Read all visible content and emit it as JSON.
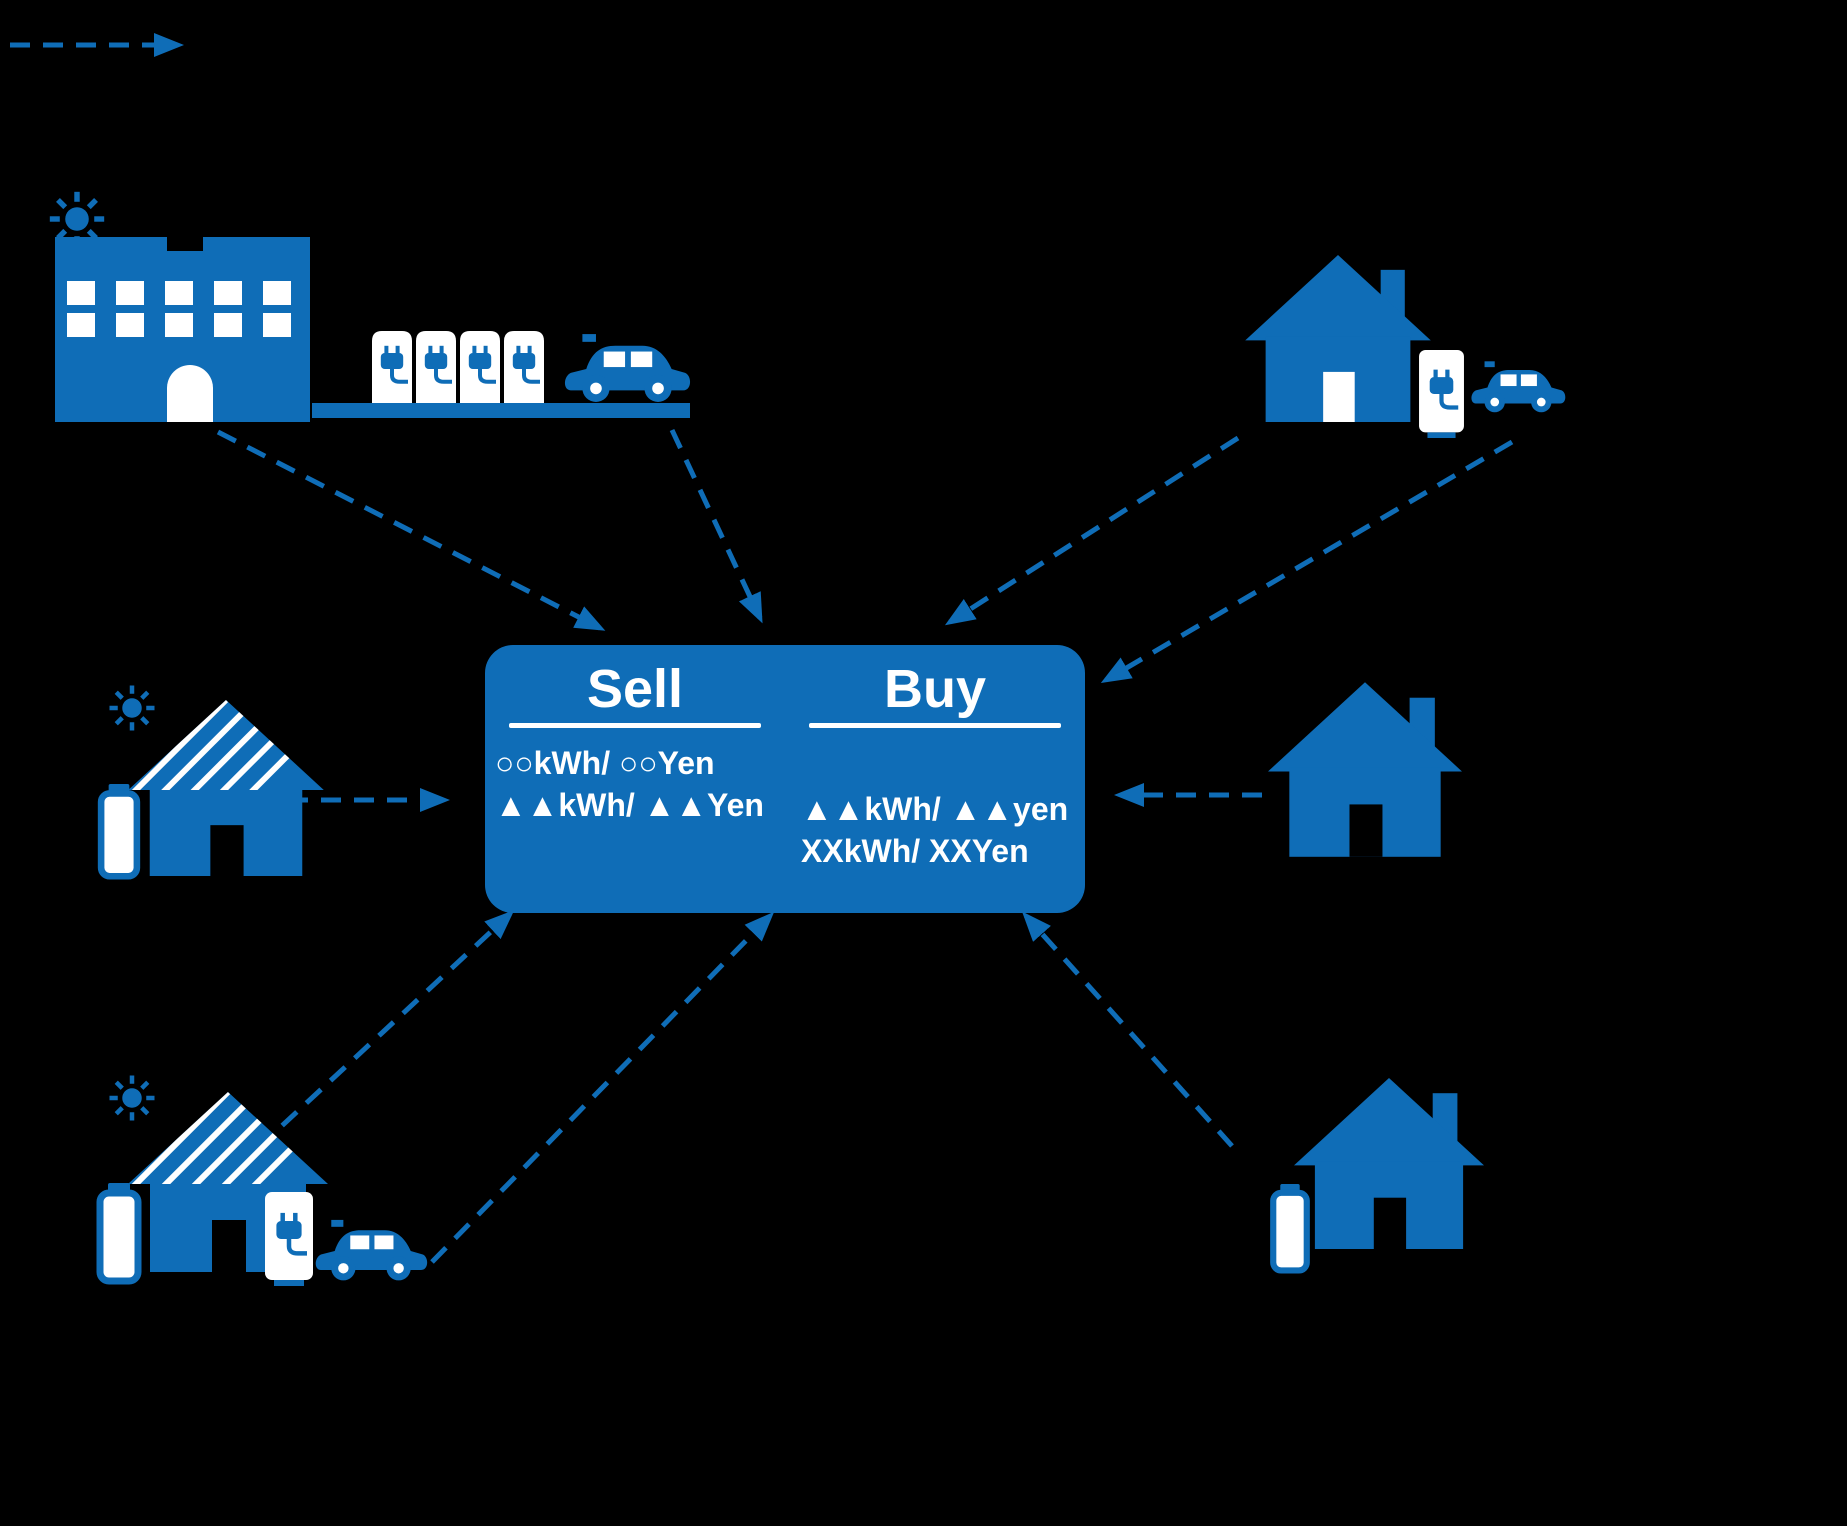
{
  "colors": {
    "background": "#000000",
    "primary_blue": "#0F6DB7",
    "text_on_blue": "#FFFFFF"
  },
  "board": {
    "sell": {
      "title": "Sell",
      "lines": [
        "○○kWh/ ○○Yen",
        "▲▲kWh/ ▲▲Yen"
      ]
    },
    "buy": {
      "title": "Buy",
      "lines": [
        "▲▲kWh/ ▲▲yen",
        "XXkWh/ XXYen"
      ]
    }
  },
  "legend": {
    "arrow_icon": "dashed-flow-arrow"
  },
  "icons": {
    "sun": "sun-icon",
    "office_building": "office-building-with-solar-icon",
    "charging_bay": "ev-charging-bay-icon",
    "car": "ev-car-icon",
    "house": "house-icon",
    "solar_house": "solar-roof-house-icon",
    "battery": "storage-battery-icon",
    "charger": "ev-charger-icon"
  },
  "nodes": [
    {
      "name": "solar-office-with-ev-charging-station"
    },
    {
      "name": "house-with-ev-charger-and-car"
    },
    {
      "name": "house-with-solar-and-battery"
    },
    {
      "name": "house"
    },
    {
      "name": "house-with-solar-battery-and-ev"
    },
    {
      "name": "house-with-battery"
    }
  ]
}
